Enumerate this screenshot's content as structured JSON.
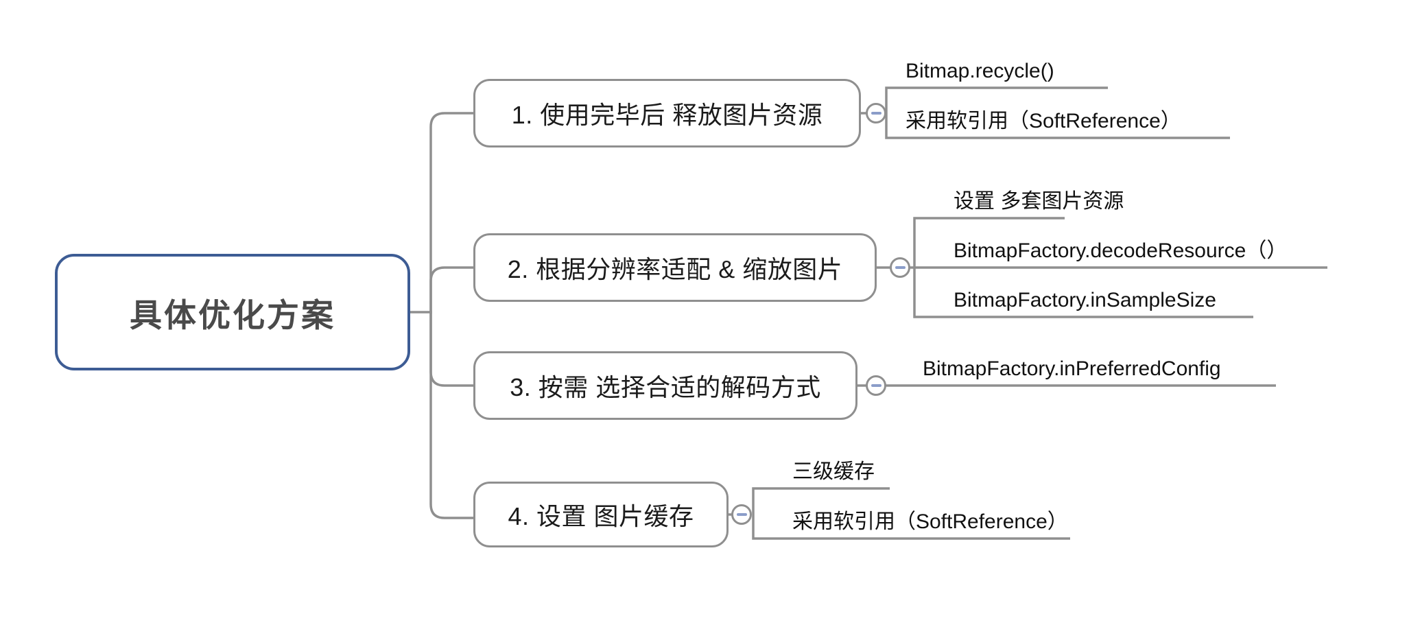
{
  "colors": {
    "background": "#ffffff",
    "root_border": "#3d5c94",
    "root_text": "#4a4a4a",
    "node_border": "#8f8f8f",
    "line": "#8f8f8f",
    "node_text": "#1b1b1b",
    "subtopic_text": "#111111",
    "minus": "#8b9dc9"
  },
  "root": {
    "label": "具体优化方案"
  },
  "branches": [
    {
      "label": "1. 使用完毕后 释放图片资源",
      "children": [
        {
          "label": "Bitmap.recycle()"
        },
        {
          "label": "采用软引用（SoftReference）"
        }
      ]
    },
    {
      "label": "2. 根据分辨率适配 & 缩放图片",
      "children": [
        {
          "label": "设置 多套图片资源"
        },
        {
          "label": "BitmapFactory.decodeResource（）"
        },
        {
          "label": "BitmapFactory.inSampleSize"
        }
      ]
    },
    {
      "label": "3. 按需 选择合适的解码方式",
      "children": [
        {
          "label": "BitmapFactory.inPreferredConfig"
        }
      ]
    },
    {
      "label": "4. 设置 图片缓存",
      "children": [
        {
          "label": "三级缓存"
        },
        {
          "label": "采用软引用（SoftReference）"
        }
      ]
    }
  ]
}
